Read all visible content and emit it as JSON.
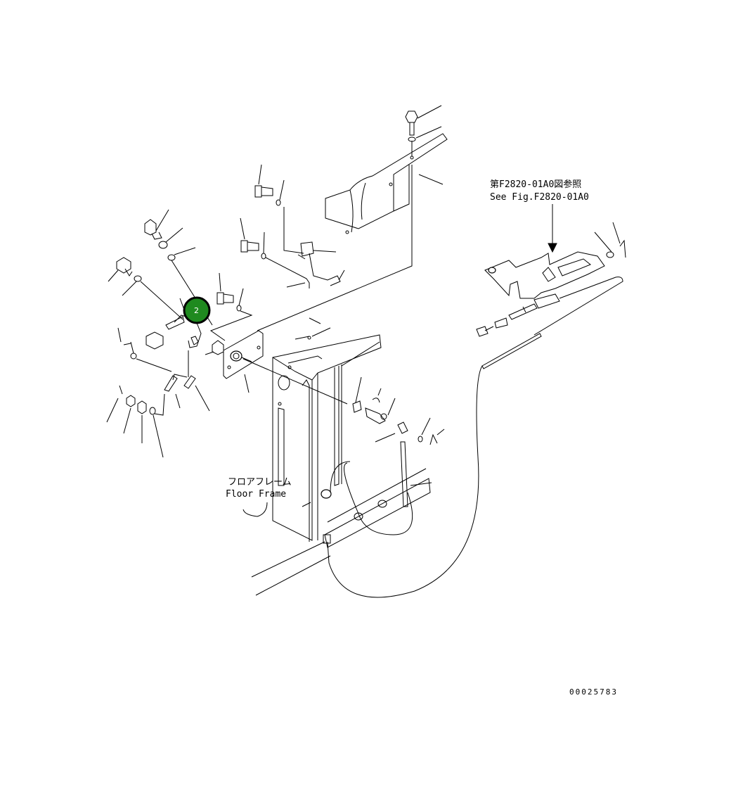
{
  "reference": {
    "line1": "第F2820-01A0図参照",
    "line2": "See Fig.F2820-01A0"
  },
  "floor_frame": {
    "jp": "フロアフレーム",
    "en": "Floor Frame"
  },
  "callout": {
    "number": "2",
    "color": "#1f8a1f",
    "ring_color": "#000000"
  },
  "drawing_number": "00025783"
}
